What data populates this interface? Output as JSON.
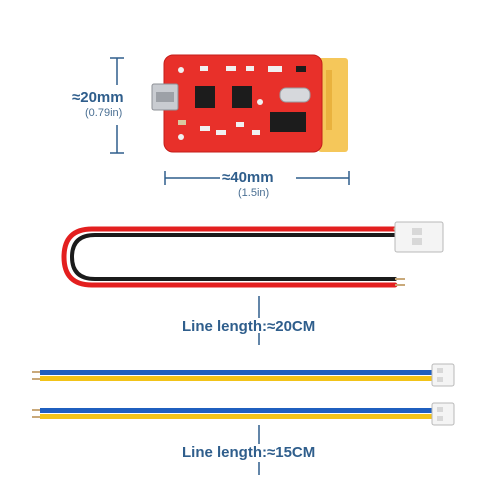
{
  "dimensions": {
    "height_label": "≈20mm",
    "height_sub": "(0.79in)",
    "width_label": "≈40mm",
    "width_sub": "(1.5in)"
  },
  "cables": {
    "red_black_length": "Line length:≈20CM",
    "blue_yellow_length": "Line length:≈15CM"
  },
  "colors": {
    "dimension_blue": "#2f5e8c",
    "pcb_red": "#e8302a",
    "wire_red": "#e31f1f",
    "wire_black": "#1b1b1b",
    "wire_blue": "#1f5fbf",
    "wire_yellow": "#f2c318",
    "bt_antenna_gold": "#f5c75a"
  }
}
